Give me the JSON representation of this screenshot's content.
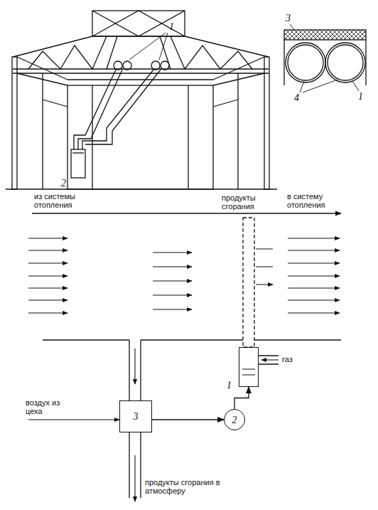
{
  "diagram": {
    "nodes": [
      {
        "text": [
          "1"
        ]
      },
      {
        "text": [
          "2"
        ]
      },
      {
        "text": [
          "3"
        ]
      }
    ],
    "edges": [
      {
        "from": 2,
        "to": 1,
        "arrow": "to"
      },
      {
        "from": 1,
        "to": 0,
        "arrow": "to"
      }
    ],
    "labels": [
      "1",
      "2",
      "3",
      "4",
      "1",
      "из системы отопления",
      "продукты сгорания",
      "в систему отопления",
      "газ",
      "воздух из цеха",
      "продукты сгорания в атмосферу"
    ]
  }
}
